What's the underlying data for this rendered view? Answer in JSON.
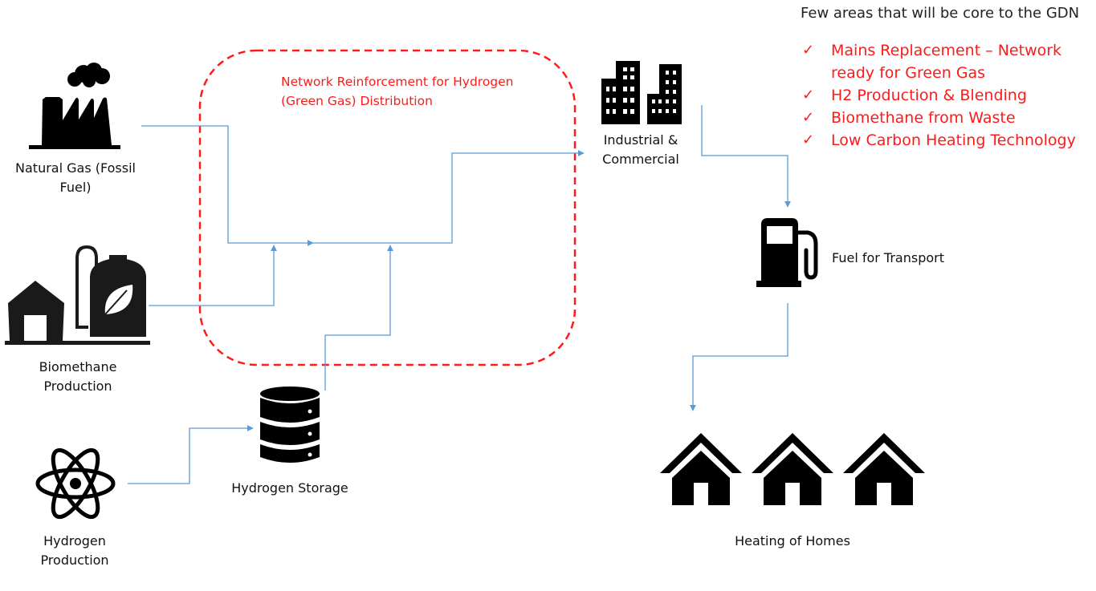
{
  "nodes": {
    "natural_gas": {
      "line1": "Natural Gas (Fossil",
      "line2": "Fuel)"
    },
    "biomethane": {
      "line1": "Biomethane",
      "line2": "Production"
    },
    "hydrogen_production": {
      "line1": "Hydrogen",
      "line2": "Production"
    },
    "hydrogen_storage": {
      "label": "Hydrogen Storage"
    },
    "industrial": {
      "line1": "Industrial &",
      "line2": "Commercial"
    },
    "fuel_transport": {
      "label": "Fuel for Transport"
    },
    "heating_homes": {
      "label": "Heating of Homes"
    }
  },
  "reinforcement_zone": {
    "line1": "Network Reinforcement for Hydrogen",
    "line2": "(Green Gas) Distribution"
  },
  "core_areas": {
    "title": "Few areas that will be core to the GDN",
    "items": [
      "Mains Replacement – Network ready for Green Gas",
      "H2 Production & Blending",
      "Biomethane from Waste",
      "Low Carbon Heating Technology"
    ],
    "check_glyph": "✓"
  },
  "colors": {
    "connector": "#5b9bd5",
    "highlight": "#ff1a1a",
    "icon": "#000000"
  },
  "icons": [
    "factory-icon",
    "biogas-plant-icon",
    "atom-icon",
    "database-icon",
    "buildings-icon",
    "fuel-pump-icon",
    "house-icon"
  ]
}
